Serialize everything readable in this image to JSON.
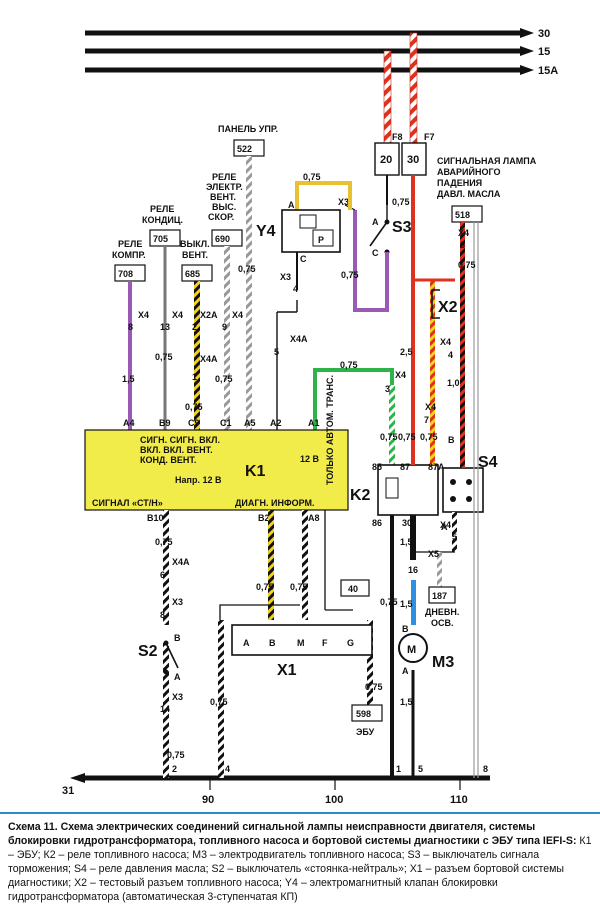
{
  "buses": {
    "b30": "30",
    "b15": "15",
    "b15a": "15A",
    "b31": "31"
  },
  "fuses": {
    "f8": "F8",
    "f8_val": "20",
    "f7": "F7",
    "f7_val": "30"
  },
  "labels": {
    "panel": "ПАНЕЛЬ УПР.",
    "panel_num": "522",
    "rele_ekv": [
      "РЕЛЕ",
      "ЭЛЕКТР.",
      "ВЕНТ.",
      "ВЫС.",
      "СКОР."
    ],
    "rele_ekv_num": "690",
    "rele_kond": [
      "РЕЛЕ",
      "КОНДИЦ."
    ],
    "rele_kond_num": "705",
    "rele_kompr": [
      "РЕЛЕ",
      "КОМПР."
    ],
    "rele_kompr_num": "708",
    "vykl": [
      "ВЫКЛ.",
      "ВЕНТ."
    ],
    "vykl_num": "685",
    "signal_lamp": [
      "СИГНАЛЬНАЯ ЛАМПА",
      "АВАРИЙНОГО",
      "ПАДЕНИЯ",
      "ДАВЛ. МАСЛА"
    ],
    "signal_num": "518",
    "dnevn": [
      "ДНЕВН.",
      "ОСВ."
    ],
    "dnevn_num": "187",
    "ebu": "ЭБУ",
    "ebu_num": "598",
    "box40": "40",
    "trans": "ТОЛЬКО АВТОМ. ТРАНС."
  },
  "k1": {
    "name": "K1",
    "pins_top": [
      "A4",
      "B9",
      "C9",
      "C1",
      "A5",
      "A2",
      "A1"
    ],
    "inner1": "СИГН. СИГН. ВКЛ.",
    "inner2": "ВКЛ. ВКЛ. ВЕНТ.",
    "inner3": "КОНД. ВЕНТ.",
    "v12": "12 В",
    "napr": "Напр. 12 В",
    "signal": "СИГНАЛ «СТ/Н»",
    "diagn": "ДИАГН. ИНФОРМ.",
    "pins_bottom": [
      "B10",
      "B2",
      "A8"
    ]
  },
  "components": {
    "y4": "Y4",
    "s3": "S3",
    "s4": "S4",
    "s2": "S2",
    "k2": "K2",
    "m3": "M3",
    "x1": "X1",
    "x2": "X2",
    "x1_pins": [
      "A",
      "B",
      "M",
      "F",
      "G"
    ],
    "k2_pins": [
      "85",
      "87",
      "87A",
      "86",
      "30"
    ]
  },
  "connectors": {
    "x4": "X4",
    "x3": "X3",
    "x4a": "X4A",
    "x2a": "X2A",
    "x5": "X5"
  },
  "wire_vals": {
    "v075": "0,75",
    "v15": "1,5",
    "v25": "2,5",
    "v10": "1,0"
  },
  "axis": {
    "n90": "90",
    "n100": "100",
    "n110": "110"
  },
  "caption": {
    "bold": "Схема 11. Схема электрических соединений сигнальной лампы неисправности двигателя, системы блокировки гидротрансформатора, топливного насоса и бортовой системы диагностики с ЭБУ типа IEFI-S:",
    "text": " К1 – ЭБУ; К2 – реле топливного насоса; М3 – электродвигатель топливного насоса; S3 – выключатель сигнала торможения; S4 – реле давления масла; S2 – выключатель «стоянка-нейтраль»; Х1 – разъем бортовой системы диагностики; Х2 – тестовый разъем топливного насоса; Y4 – электромагнитный клапан блокировки гидротрансформатора (автоматическая 3-ступенчатая КП)"
  },
  "colors": {
    "yellow": "#f2ec4a",
    "red": "#e0301e",
    "violet": "#9b59b6",
    "green": "#2eb34a",
    "blue": "#2f8fe0",
    "orange": "#f0a020",
    "accent": "#2a8ad0"
  }
}
